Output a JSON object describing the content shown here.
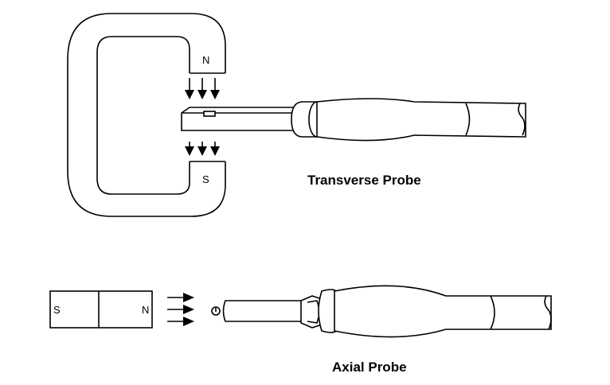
{
  "transverse": {
    "north_label": "N",
    "south_label": "S",
    "caption": "Transverse Probe"
  },
  "axial": {
    "magnet_south_label": "S",
    "magnet_north_label": "N",
    "caption": "Axial Probe"
  },
  "colors": {
    "line": "#000000",
    "background": "#ffffff"
  }
}
